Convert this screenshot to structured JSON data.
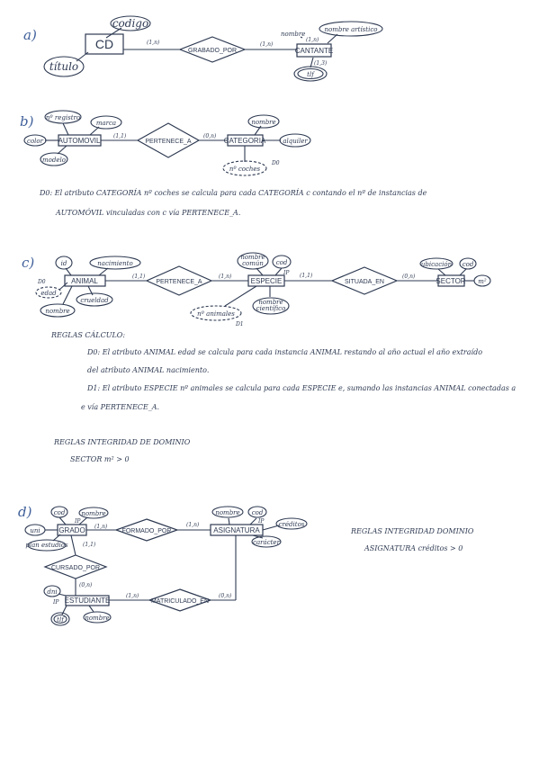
{
  "sections": {
    "a": {
      "label": "a)",
      "entities": {
        "cd": "CD",
        "cantante": "CANTANTE"
      },
      "relationships": {
        "grabado_por": "GRABADO_POR"
      },
      "attributes": {
        "codigo": "codigo",
        "titulo": "título",
        "nombre": "nombre",
        "nombre_artistico": "nombre artístico",
        "tlf": "tlf"
      },
      "cards": {
        "cd": "(1,n)",
        "cantante": "(1,n)",
        "nombre": "(1,n)",
        "tlf": "(1,3)"
      }
    },
    "b": {
      "label": "b)",
      "entities": {
        "automovil": "AUTOMOVIL",
        "categoria": "CATEGORIA"
      },
      "relationships": {
        "pertenece_a": "PERTENECE_A"
      },
      "attributes": {
        "registro": "nº registro",
        "marca": "marca",
        "color": "color",
        "modelo": "modelo",
        "nombre": "nombre",
        "alquiler": "alquiler",
        "n_coches": "nº coches"
      },
      "derived_tag": "D0",
      "cards": {
        "automovil": "(1,1)",
        "categoria": "(0,n)"
      },
      "rule_line1": "D0: El atributo CATEGORÍA nº coches se calcula para cada CATEGORÍA c contando el nº de instancias de",
      "rule_line2": "AUTOMÓVIL vinculadas con c vía PERTENECE_A."
    },
    "c": {
      "label": "c)",
      "entities": {
        "animal": "ANIMAL",
        "especie": "ESPECIE",
        "sector": "SECTOR"
      },
      "relationships": {
        "pertenece_a": "PERTENECE_A",
        "situada_en": "SITUADA_EN"
      },
      "attributes": {
        "id": "id",
        "nacimiento": "nacimiento",
        "edad": "edad",
        "crueldad": "crueldad",
        "nombre": "nombre",
        "nombre_comun_1": "nombre",
        "nombre_comun_2": "común",
        "cod": "cod",
        "nombre_cientifico_1": "nombre",
        "nombre_cientifico_2": "científico",
        "n_animales": "nº animales",
        "ubicacion": "ubicación",
        "m2": "m²"
      },
      "derived_tag_1": "D0",
      "derived_tag_2": "D1",
      "ip_tag": "IP",
      "cards": {
        "animal": "(1,1)",
        "especie_left": "(1,n)",
        "especie_right": "(1,1)",
        "sector": "(0,n)"
      },
      "reglas_calculo": "REGLAS CÁLCULO:",
      "rule_d0_line1": "D0: El atributo ANIMAL edad se calcula para cada instancia ANIMAL restando al año actual el año extraído",
      "rule_d0_line2": "del atributo ANIMAL nacimiento.",
      "rule_d1_line1": "D1: El atributo ESPECIE nº animales se calcula para cada ESPECIE e, sumando las instancias ANIMAL conectadas a",
      "rule_d1_line2": "e vía PERTENECE_A.",
      "reglas_integridad": "REGLAS INTEGRIDAD DE DOMINIO",
      "integridad_rule": "SECTOR m² > 0"
    },
    "d": {
      "label": "d)",
      "entities": {
        "grado": "GRADO",
        "asignatura": "ASIGNATURA",
        "estudiante": "ESTUDIANTE"
      },
      "relationships": {
        "formado_por": "FORMADO_POR",
        "cursado_por": "CURSADO_POR",
        "matriculado_en": "MATRICULADO_EN"
      },
      "attributes": {
        "cod": "cod",
        "nombre": "nombre",
        "uni": "uni",
        "plan_estudios": "plan estudios",
        "creditos": "créditos",
        "caracter": "carácter",
        "dni": "dni",
        "tlf": "tlf"
      },
      "ip_tag": "IP",
      "cards": {
        "grado_formado": "(1,n)",
        "asignatura_formado": "(1,n)",
        "grado_cursado": "(1,1)",
        "estudiante_cursado": "(0,n)",
        "estudiante_matriculado": "(1,n)",
        "asignatura_matriculado": "(0,n)"
      },
      "reglas_integridad": "REGLAS INTEGRIDAD DOMINIO",
      "integridad_rule": "ASIGNATURA créditos > 0"
    }
  }
}
